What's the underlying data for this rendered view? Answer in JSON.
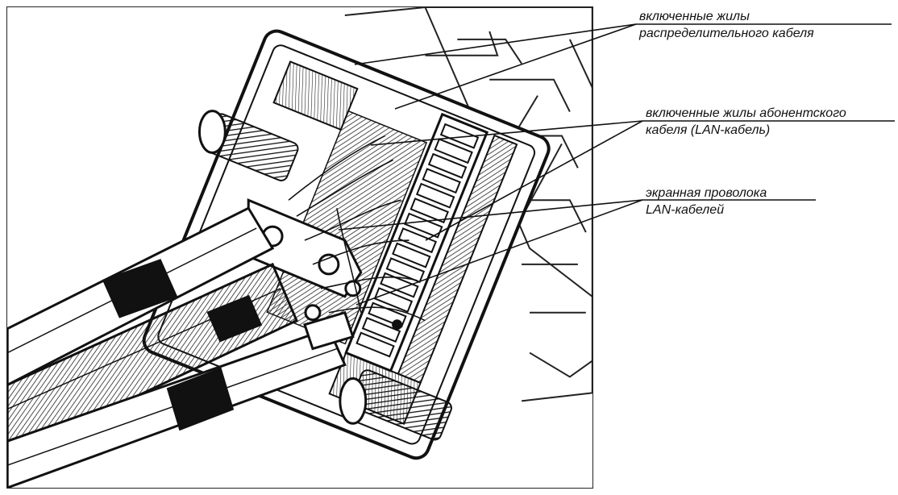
{
  "labels": {
    "distribution_cable": {
      "line1": "включенные жилы",
      "line2": "распределительного кабеля"
    },
    "subscriber_cable": {
      "line1": "включенные жилы абонентского",
      "line2": "кабеля (LAN-кабель)"
    },
    "shield_wire": {
      "line1": "экранная проволока",
      "line2": "LAN-кабелей"
    }
  },
  "colors": {
    "ink": "#111111",
    "background": "#ffffff"
  }
}
